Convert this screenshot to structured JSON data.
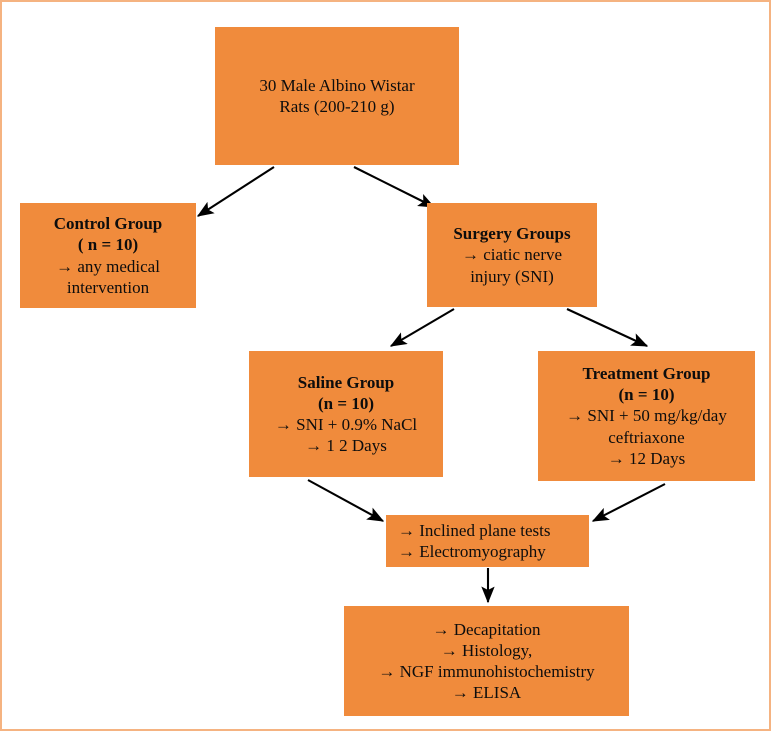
{
  "diagram": {
    "title": "Experimental design flowchart",
    "accent_color": "#f08b3c",
    "border_color": "#f5b381",
    "text_color": "#0d0d0d",
    "arrow_color": "#000000",
    "nodes": {
      "cohort": {
        "name": "animal-cohort",
        "lines": [
          {
            "text": "30 Male Albino Wistar",
            "bold": false
          },
          {
            "text": "Rats (200-210 g)",
            "bold": false
          }
        ]
      },
      "control": {
        "name": "control-group",
        "lines": [
          {
            "text": "Control Group",
            "bold": true
          },
          {
            "text": "( n = 10)",
            "bold": true
          },
          {
            "text": "→ any medical",
            "bold": false
          },
          {
            "text": "intervention",
            "bold": false
          }
        ]
      },
      "surgery": {
        "name": "surgery-groups",
        "lines": [
          {
            "text": "Surgery Groups",
            "bold": true
          },
          {
            "text": "→ ciatic nerve",
            "bold": false
          },
          {
            "text": "injury (SNI)",
            "bold": false
          }
        ]
      },
      "saline": {
        "name": "saline-group",
        "lines": [
          {
            "text": "Saline Group",
            "bold": true
          },
          {
            "text": "(n = 10)",
            "bold": true
          },
          {
            "text": "→ SNI + 0.9% NaCl",
            "bold": false
          },
          {
            "text": "→ 1 2 Days",
            "bold": false
          }
        ]
      },
      "treatment": {
        "name": "treatment-group",
        "lines": [
          {
            "text": "Treatment Group",
            "bold": true
          },
          {
            "text": "(n = 10)",
            "bold": true
          },
          {
            "text": "→ SNI + 50 mg/kg/day",
            "bold": false
          },
          {
            "text": "ceftriaxone",
            "bold": false
          },
          {
            "text": "→ 12 Days",
            "bold": false
          }
        ]
      },
      "tests": {
        "name": "functional-tests",
        "lines": [
          {
            "text": "→ Inclined plane tests",
            "bold": false
          },
          {
            "text": "→ Electromyography",
            "bold": false
          }
        ]
      },
      "final": {
        "name": "terminal-analyses",
        "lines": [
          {
            "text": "→ Decapitation",
            "bold": false
          },
          {
            "text": "→ Histology,",
            "bold": false
          },
          {
            "text": "→ NGF immunohistochemistry",
            "bold": false
          },
          {
            "text": "→ ELISA",
            "bold": false
          }
        ]
      }
    },
    "edges": [
      {
        "name": "edge-cohort-to-control",
        "from": "cohort",
        "to": "control"
      },
      {
        "name": "edge-cohort-to-surgery",
        "from": "cohort",
        "to": "surgery"
      },
      {
        "name": "edge-surgery-to-saline",
        "from": "surgery",
        "to": "saline"
      },
      {
        "name": "edge-surgery-to-treatment",
        "from": "surgery",
        "to": "treatment"
      },
      {
        "name": "edge-saline-to-tests",
        "from": "saline",
        "to": "tests"
      },
      {
        "name": "edge-treatment-to-tests",
        "from": "treatment",
        "to": "tests"
      },
      {
        "name": "edge-tests-to-final",
        "from": "tests",
        "to": "final"
      }
    ]
  }
}
